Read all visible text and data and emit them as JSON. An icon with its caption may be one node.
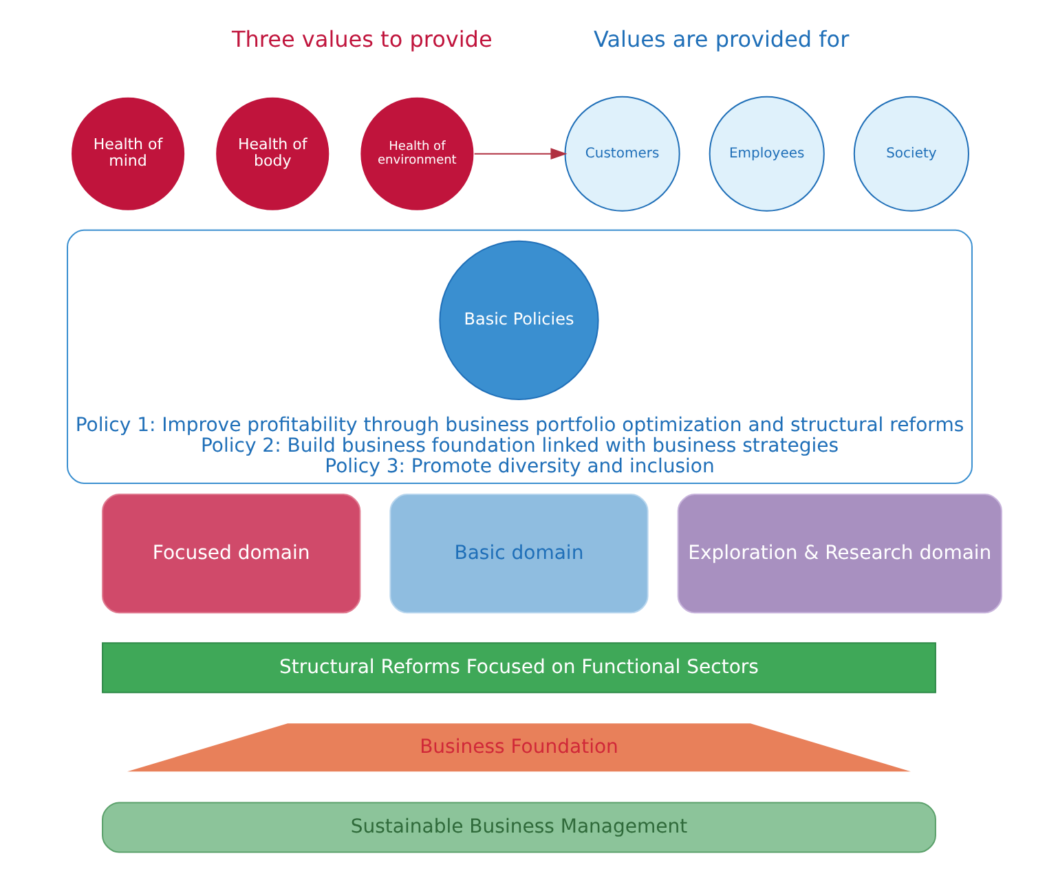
{
  "diagram": {
    "nodes": [
      {
        "text": [
          "Health of",
          "mind"
        ]
      },
      {
        "text": [
          "Health of",
          "body"
        ]
      },
      {
        "text": [
          "Health of",
          "environment"
        ]
      },
      {
        "text": [
          "Customers"
        ]
      },
      {
        "text": [
          "Employees"
        ]
      },
      {
        "text": [
          "Society"
        ]
      },
      {
        "text": [
          "Policy 1: Improve profitability through business portfolio optimization and structural reforms",
          "Policy 2: Build business foundation linked with business strategies",
          "Policy 3: Promote diversity and inclusion"
        ]
      },
      {
        "text": [
          "Basic Policies"
        ],
        "in": 6
      },
      {
        "text": [
          "Focused domain"
        ]
      },
      {
        "text": [
          "Basic domain"
        ]
      },
      {
        "text": [
          "Exploration & Research domain"
        ]
      },
      {
        "text": [
          "Structural Reforms Focused on Functional Sectors"
        ]
      },
      {
        "text": [
          "Business Foundation"
        ]
      },
      {
        "text": [
          "Sustainable Business Management"
        ]
      }
    ],
    "edges": [
      {
        "from": 2,
        "to": 3,
        "arrow": "to",
        "color": "#b03040"
      }
    ],
    "labels": [
      "Three values to provide",
      "Values are provided for"
    ]
  }
}
